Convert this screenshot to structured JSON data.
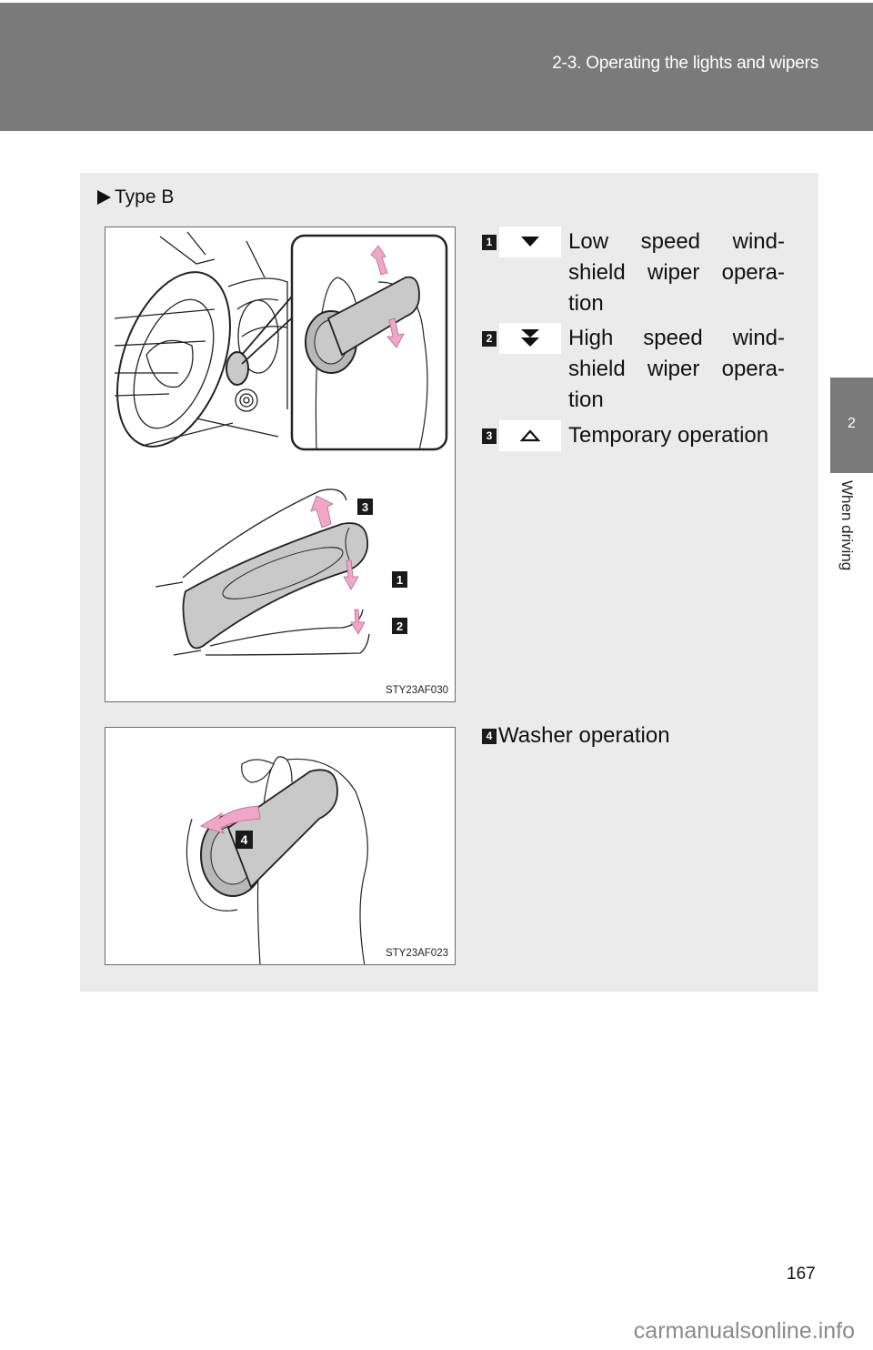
{
  "header": {
    "section_title": "2-3. Operating the lights and wipers"
  },
  "side_tab": {
    "chapter_number": "2",
    "chapter_label": "When driving"
  },
  "section": {
    "heading": "Type B",
    "heading_marker_icon": "right-triangle-icon"
  },
  "figures": [
    {
      "code": "STY23AF030",
      "description": "Steering column with inset of wiper lever held by hand; lever close-up with arrows 3 (up), 1 (down), 2 (down further)",
      "callouts": [
        "3",
        "1",
        "2"
      ],
      "arrow_color": "#f1a6c8"
    },
    {
      "code": "STY23AF023",
      "description": "Hand twisting wiper lever end toward driver with arrow 4",
      "callouts": [
        "4"
      ],
      "arrow_color": "#f1a6c8"
    }
  ],
  "legend": [
    {
      "number": "1",
      "symbol_icon": "single-down-triangle-icon",
      "lines": [
        "Low speed wind-",
        "shield wiper opera-",
        "tion"
      ],
      "text": "Low speed windshield wiper operation"
    },
    {
      "number": "2",
      "symbol_icon": "double-down-triangle-icon",
      "lines": [
        "High speed wind-",
        "shield wiper opera-",
        "tion"
      ],
      "text": "High speed windshield wiper operation"
    },
    {
      "number": "3",
      "symbol_icon": "outline-up-triangle-icon",
      "lines": [
        "Temporary operation"
      ],
      "text": "Temporary operation"
    }
  ],
  "washer": {
    "number": "4",
    "text": "Washer operation"
  },
  "page_number": "167",
  "watermark": "carmanualsonline.info",
  "colors": {
    "header_band": "#7a7a7a",
    "content_box": "#ebebeb",
    "arrow_pink": "#f1a6c8",
    "lever_gray": "#c9c9c9"
  }
}
